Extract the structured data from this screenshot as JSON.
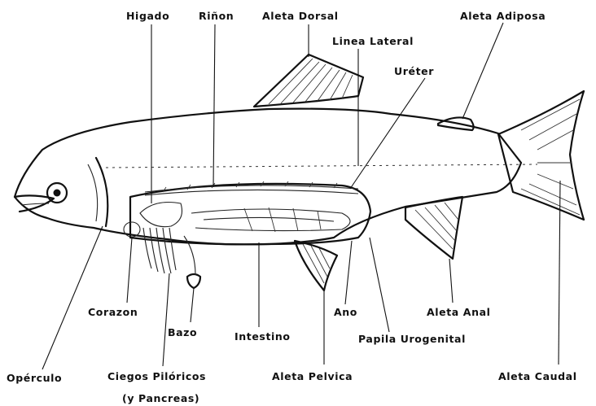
{
  "labels": {
    "higado": "Higado",
    "rinon": "Riñon",
    "aleta_dorsal": "Aleta Dorsal",
    "aleta_adiposa": "Aleta Adiposa",
    "linea_lateral": "Linea Lateral",
    "ureter": "Uréter",
    "corazon": "Corazon",
    "bazo": "Bazo",
    "intestino": "Intestino",
    "ano": "Ano",
    "aleta_anal": "Aleta Anal",
    "papila_urogenital": "Papila Urogenital",
    "operculo": "Opérculo",
    "ciegos_piloricos": "Ciegos Pilóricos",
    "y_pancreas": "(y  Pancreas)",
    "aleta_pelvica": "Aleta Pelvica",
    "aleta_caudal": "Aleta Caudal"
  }
}
